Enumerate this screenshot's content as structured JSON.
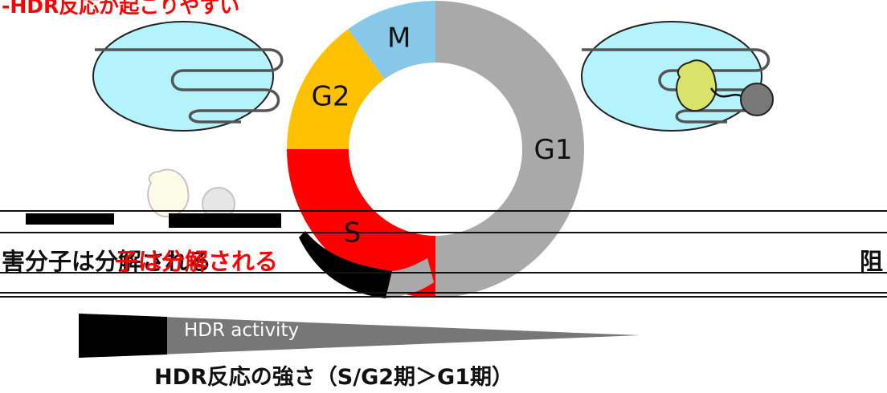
{
  "header": {
    "title": "-HDR反応が起こりやすい"
  },
  "cycle": {
    "segments": [
      {
        "label": "G1",
        "fraction": 0.5,
        "color": "#a9a9a9"
      },
      {
        "label": "S",
        "fraction": 0.25,
        "color": "#ff0000"
      },
      {
        "label": "G2",
        "fraction": 0.15,
        "color": "#ffc000"
      },
      {
        "label": "M",
        "fraction": 0.1,
        "color": "#87c8e8"
      }
    ]
  },
  "middle": {
    "left_black": "害分子は分解される",
    "left_red": "子は分解される",
    "right_char": "阻"
  },
  "gradient": {
    "label": "HDR activity"
  },
  "caption": "HDR反応の強さ（S/G2期＞G1期）",
  "colors": {
    "cell": "#b4f3fb",
    "protein": "#d9e36a",
    "ball": "#787878"
  }
}
